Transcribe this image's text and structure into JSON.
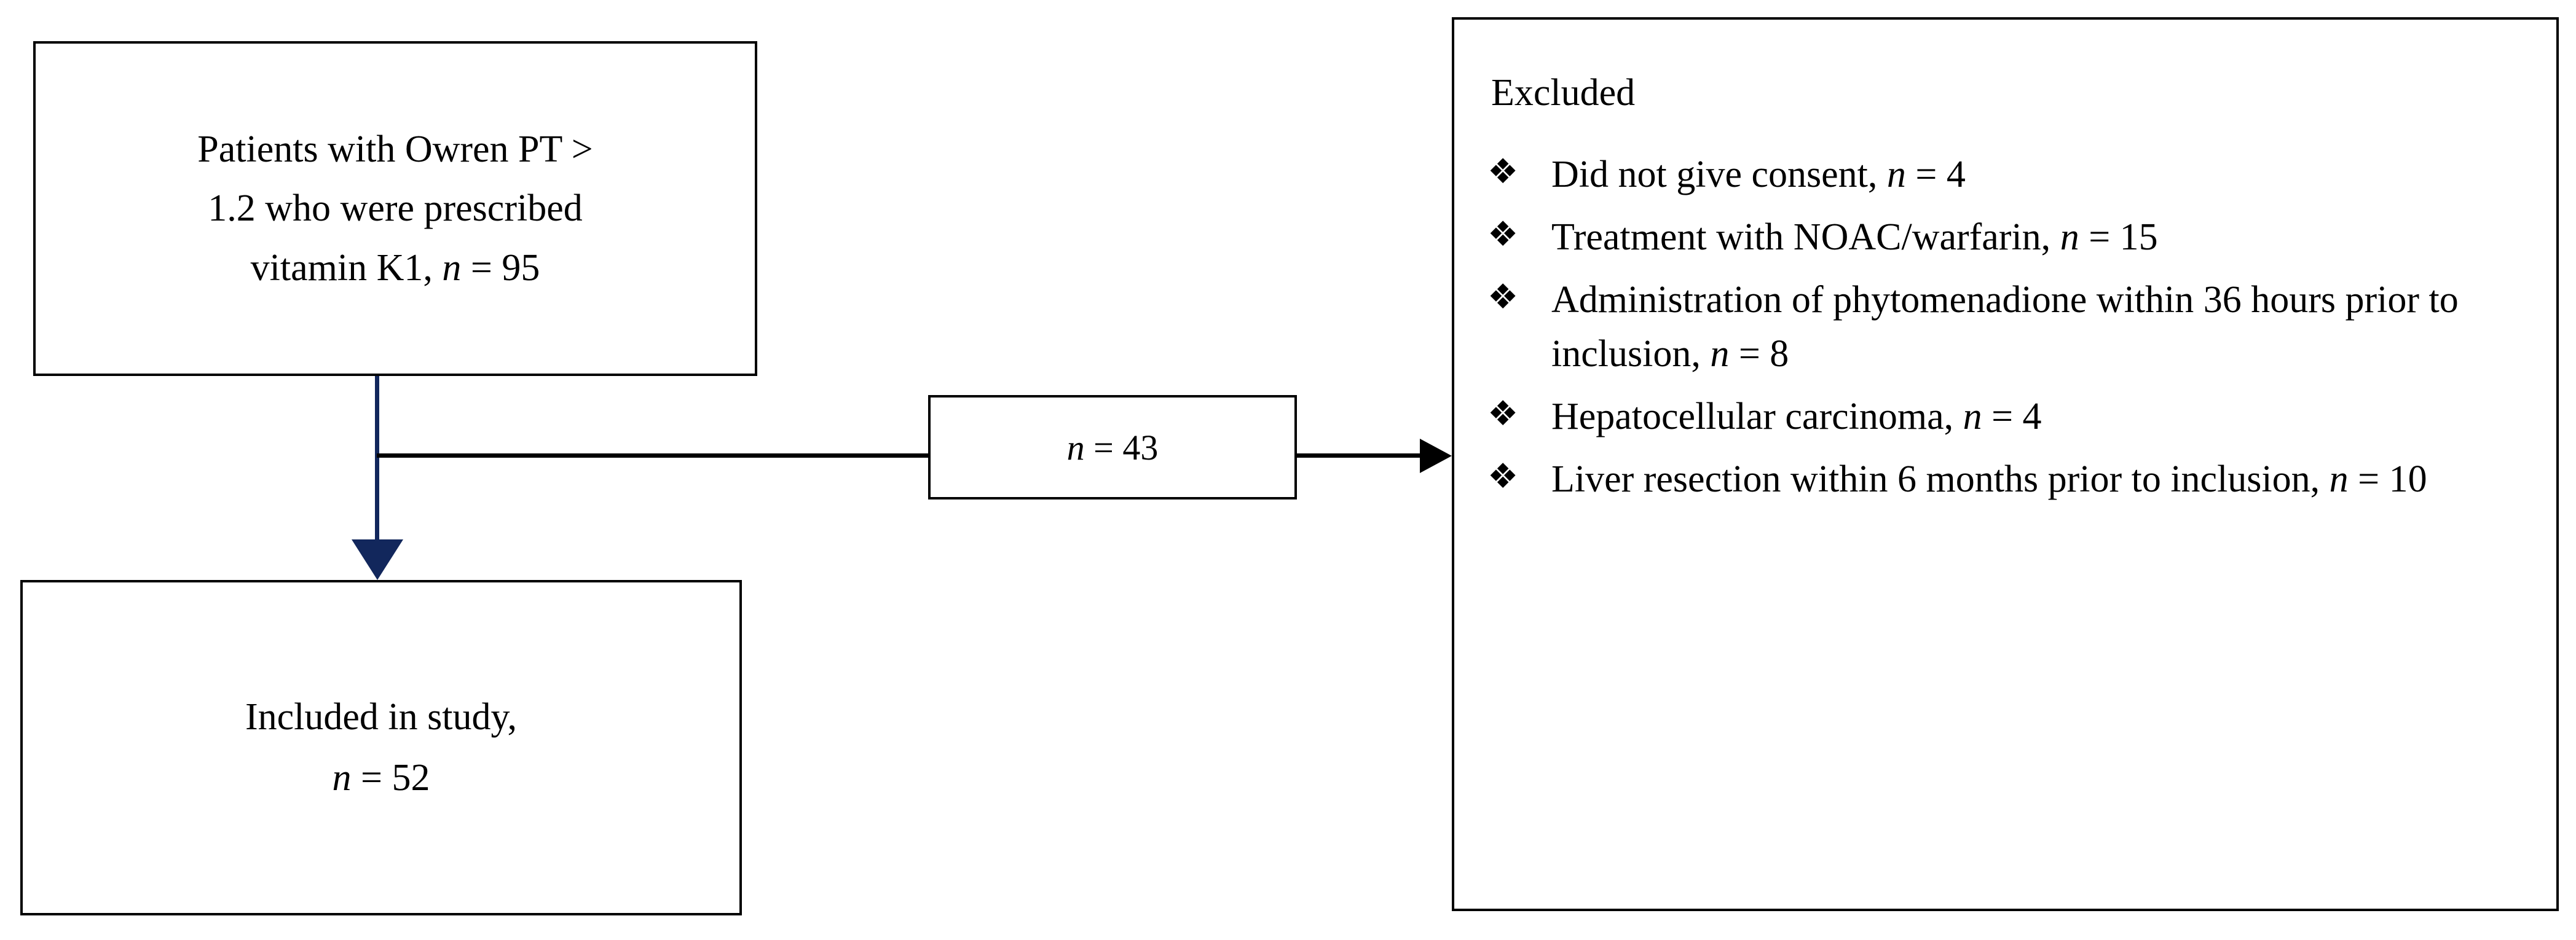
{
  "figure": {
    "type": "flow-diagram",
    "kind": "patient-enrollment-flowchart",
    "colors": {
      "box_border": "#000000",
      "background": "#ffffff",
      "text": "#000000",
      "vertical_arrow": "#12275C",
      "horizontal_arrow": "#000000"
    }
  },
  "source_box": {
    "name": "Patients with Owren PT > 1.2 who were prescribed vitamin K1, n = 95",
    "lines": [
      {
        "text": "Patients with Owren PT >"
      },
      {
        "text": "1.2 who were prescribed"
      },
      {
        "pre": "vitamin K1, ",
        "var": "n",
        "post": " = 95"
      }
    ]
  },
  "tag_box": {
    "var": "n",
    "post": " = 43",
    "value": 43
  },
  "included_box": {
    "lines": [
      {
        "text": "Included in study,"
      },
      {
        "var": "n",
        "post": " = 52"
      }
    ],
    "value": 52
  },
  "excluded_box": {
    "title": "Excluded",
    "bullet_glyph": "❖",
    "items": [
      {
        "pre": "Did not give consent, ",
        "var": "n",
        "post": " = 4",
        "value": 4
      },
      {
        "pre": "Treatment with NOAC/warfarin, ",
        "var": "n",
        "post": " = 15",
        "value": 15
      },
      {
        "pre": "Administration of phytomenadione within 36 hours prior to inclusion, ",
        "var": "n",
        "post": " = 8",
        "value": 8
      },
      {
        "pre": "Hepatocellular carcinoma, ",
        "var": "n",
        "post": " = 4",
        "value": 4
      },
      {
        "pre": "Liver resection within 6 months prior to inclusion, ",
        "var": "n",
        "post": " = 10",
        "value": 10
      }
    ]
  }
}
